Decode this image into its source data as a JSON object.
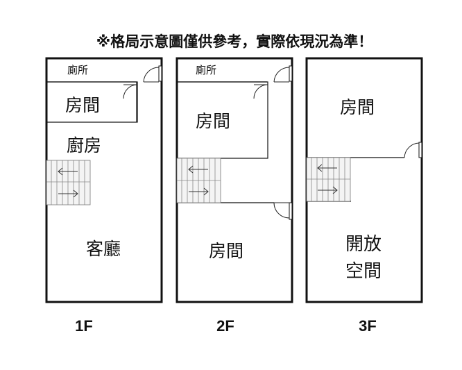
{
  "notice": "※格局示意圖僅供參考，實際依現況為準！",
  "floors": [
    {
      "label": "1F",
      "rooms": {
        "toilet": "廁所",
        "bedroom": "房間",
        "kitchen": "廚房",
        "living_room": "客廳"
      }
    },
    {
      "label": "2F",
      "rooms": {
        "toilet": "廁所",
        "bedroom_upper": "房間",
        "bedroom_lower": "房間"
      }
    },
    {
      "label": "3F",
      "rooms": {
        "bedroom": "房間",
        "open_space_line1": "開放",
        "open_space_line2": "空間"
      }
    }
  ]
}
